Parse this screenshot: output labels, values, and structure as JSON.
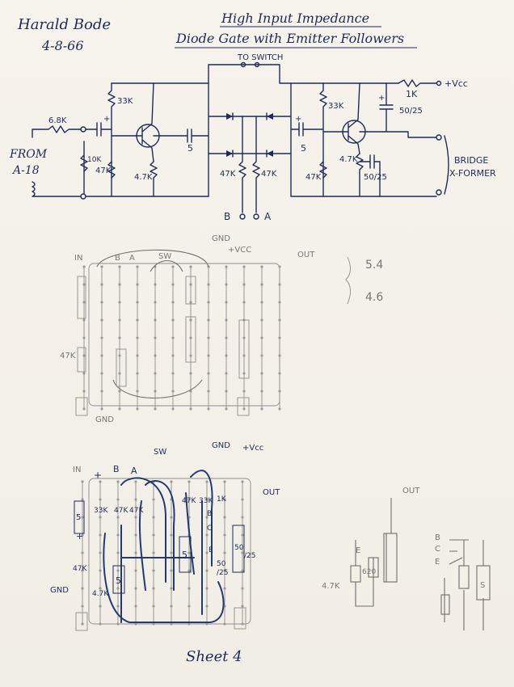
{
  "header": {
    "author": "Harald Bode",
    "date": "4-8-66",
    "title_line1": "High Input Impedance",
    "title_line2": "Diode Gate with Emitter Followers"
  },
  "schematic": {
    "to_switch": "TO SWITCH",
    "vcc": "+Vcc",
    "from": "FROM",
    "source": "A-18",
    "r_input": "6.8K",
    "r_bias_top_1": "33K",
    "r_bias_bot_1": "47K",
    "r_ground_1": "10K",
    "r_emitter_1": "4.7K",
    "c_coupling_1": "5",
    "c_coupling_2": "5",
    "r_gate_1": "47K",
    "r_gate_2": "47K",
    "r_bias_top_2": "33K",
    "r_bias_bot_2": "47K",
    "r_emitter_2": "4.7K",
    "c_emitter_2": "50/25",
    "r_supply": "1K",
    "c_supply": "50/25",
    "output": "BRIDGE",
    "output2": "X-FORMER",
    "terminal_b": "B",
    "terminal_a": "A",
    "plus": "+"
  },
  "layout1": {
    "in": "IN",
    "b": "B",
    "a": "A",
    "sw": "SW",
    "gnd_top": "GND",
    "vcc": "+VCC",
    "out": "OUT",
    "r_left": "47K",
    "gnd_bottom": "GND",
    "note_1": "5.4",
    "note_2": "4.6"
  },
  "layout2": {
    "in": "IN",
    "plus": "+",
    "b": "B",
    "a": "A",
    "sw": "SW",
    "gnd_top": "GND",
    "vcc": "+Vcc",
    "out": "OUT",
    "c1": "5",
    "r1": "33K",
    "r2": "47K",
    "r3": "47K",
    "r4": "47K",
    "r5": "33K",
    "r6": "1K",
    "r7": "47K",
    "r8": "4.7K",
    "c2": "5",
    "c3": "5",
    "c4": "50",
    "c4b": "/25",
    "c5": "50",
    "c5b": "/25",
    "e": "E",
    "b2": "B",
    "c": "C",
    "gnd_left": "GND"
  },
  "detail": {
    "out": "OUT",
    "e": "E",
    "r1": "4.7K",
    "r2": "620"
  },
  "pinout": {
    "b": "B",
    "c": "C",
    "e": "E",
    "s": "S"
  },
  "footer": {
    "sheet": "Sheet 4"
  }
}
